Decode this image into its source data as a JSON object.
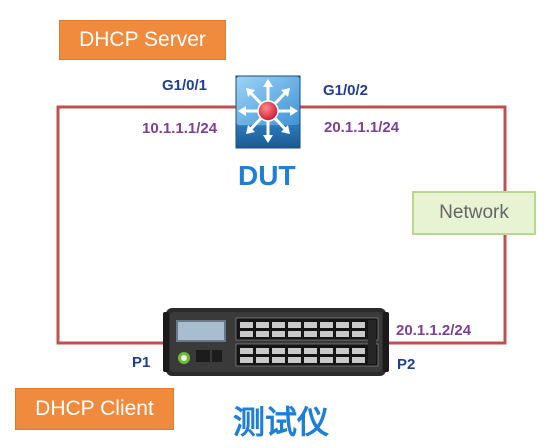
{
  "labels": {
    "dhcp_server": "DHCP Server",
    "dhcp_client": "DHCP Client",
    "dut": "DUT",
    "network": "Network",
    "tester": "测试仪"
  },
  "ports": {
    "g101": "G1/0/1",
    "g102": "G1/0/2",
    "p1": "P1",
    "p2": "P2"
  },
  "ips": {
    "ip_g101": "10.1.1.1/24",
    "ip_g102": "20.1.1.1/24",
    "ip_p2": "20.1.1.2/24"
  },
  "colors": {
    "link": "#c0504d",
    "orange": "#f08a3c",
    "port_text": "#1f3f8f",
    "ip_text": "#7d3f97",
    "dut_text": "#1e7fd6",
    "switch_blue": "#2e86c8"
  },
  "icons": {
    "dut_device": "layer3-switch-icon",
    "tester_device": "traffic-tester-chassis-icon"
  }
}
